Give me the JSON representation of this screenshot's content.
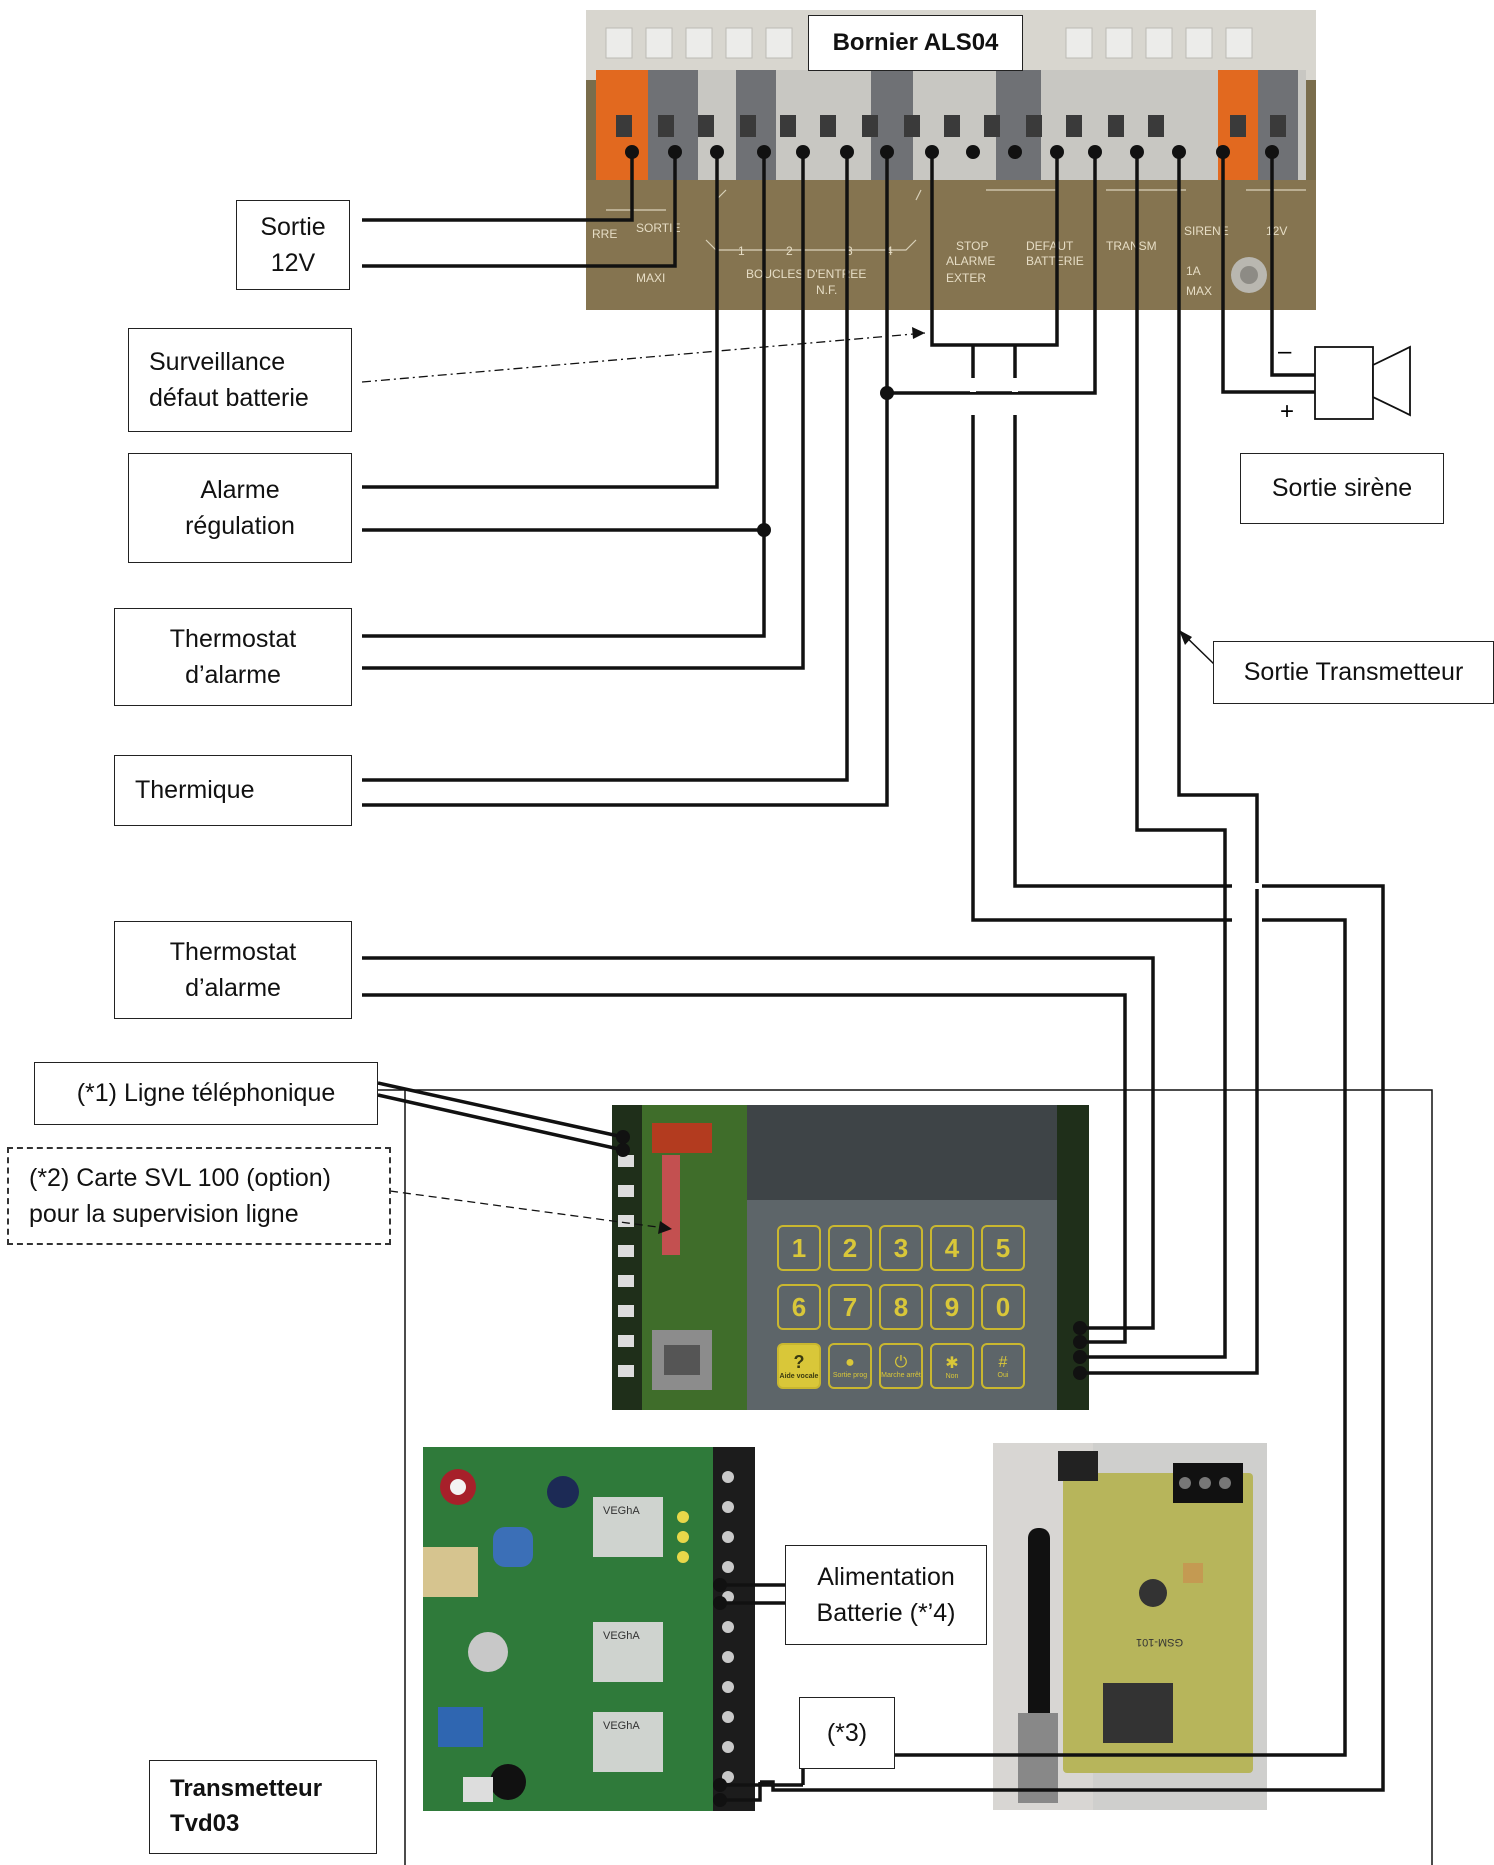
{
  "terminal_block": {
    "title": "Bornier ALS04"
  },
  "labels": {
    "sortie_12v": "Sortie\n12V",
    "surveillance": "Surveillance\ndéfaut batterie",
    "alarme_regulation": "Alarme\nrégulation",
    "thermostat_1": "Thermostat\nd’alarme",
    "thermique": "Thermique",
    "thermostat_2": "Thermostat\nd’alarme",
    "ligne_tel": "(*1) Ligne téléphonique",
    "carte_svl": "(*2) Carte SVL 100 (option)\npour la supervision ligne",
    "sortie_sirene": "Sortie sirène",
    "sortie_transmetteur": "Sortie Transmetteur",
    "alimentation": "Alimentation\nBatterie (*’4)",
    "note3": "(*3)",
    "transmetteur": "Transmetteur\nTvd03"
  },
  "siren": {
    "minus": "–",
    "plus": "+"
  },
  "keypad_keys": [
    "1",
    "2",
    "3",
    "4",
    "5",
    "6",
    "7",
    "8",
    "9",
    "0",
    "?",
    "●",
    "⏻",
    "✱",
    "#"
  ],
  "keypad_captions": [
    "Aide vocale",
    "Sortie prog",
    "Marche arrêt",
    "Non",
    "Oui"
  ],
  "module_relays": [
    "VEGhA",
    "VEGhA",
    "VEGhA"
  ],
  "gsm_label": "GSM-101",
  "colors": {
    "pcb_green": "#3f6d2a",
    "terminal_orange": "#e2691f",
    "terminal_grey": "#6f7175",
    "wire": "#111111"
  }
}
